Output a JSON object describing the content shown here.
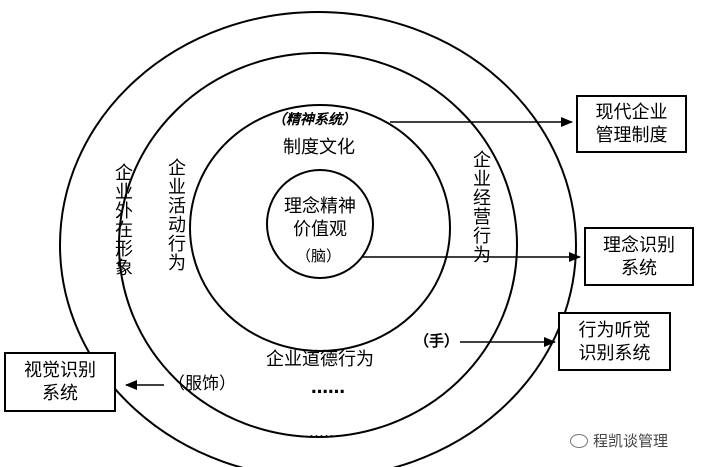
{
  "diagram": {
    "core": {
      "line1": "理念精神",
      "line2": "价值观",
      "marker": "（脑）"
    },
    "ring2": {
      "label": "制度文化",
      "marker": "（精神系统）"
    },
    "ring3": {
      "left_label": "企业活动行为",
      "right_label": "企业经营行为",
      "bottom_label": "企业道德行为",
      "marker": "（手）",
      "ellipsis": "……"
    },
    "ring4": {
      "left_label": "企业外在形象",
      "marker": "（服饰）",
      "ellipsis": "……"
    },
    "boxes": {
      "management": {
        "line1": "现代企业",
        "line2": "管理制度"
      },
      "concept": {
        "line1": "理念识别",
        "line2": "系统"
      },
      "behavior": {
        "line1": "行为听觉",
        "line2": "识别系统"
      },
      "visual": {
        "line1": "视觉识别",
        "line2": "系统"
      }
    }
  },
  "watermark": {
    "text": "程凯谈管理",
    "icon": "wechat-icon"
  }
}
